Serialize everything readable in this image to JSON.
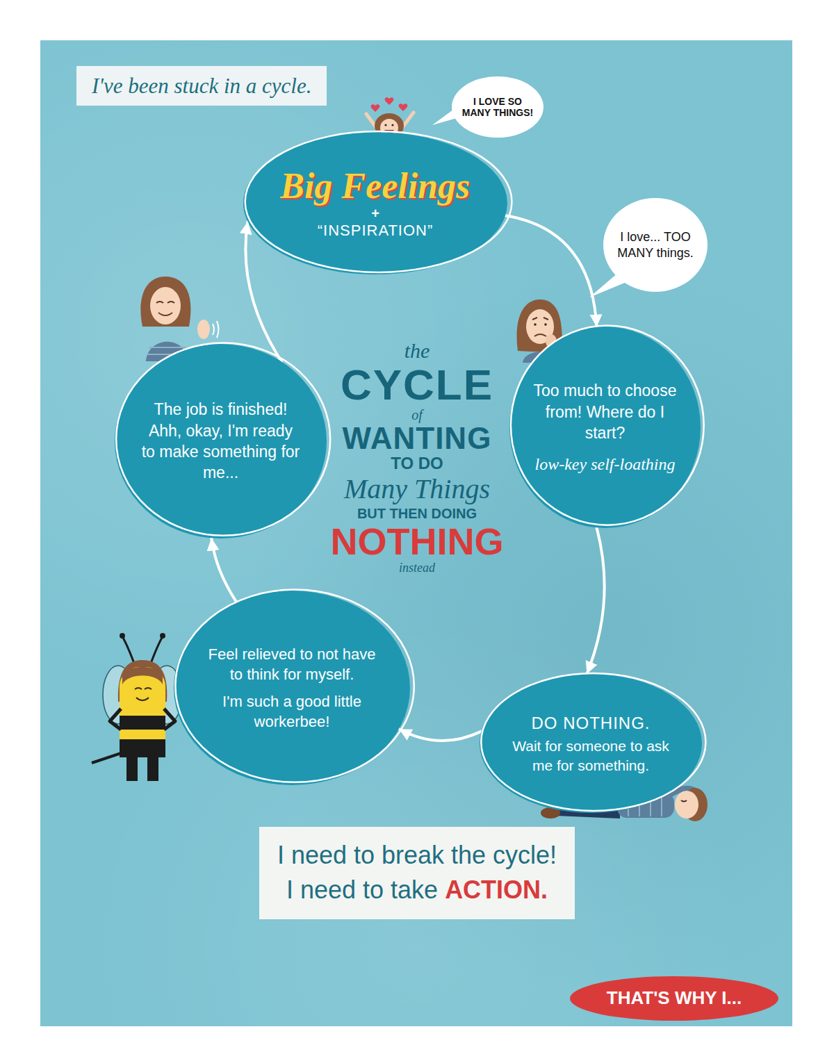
{
  "diagram": {
    "title": "the CYCLE of WANTING TO DO Many Things BUT THEN DOING NOTHING instead",
    "nodes": [
      {
        "text": [
          "I've been stuck in a cycle."
        ]
      },
      {
        "text": [
          "I LOVE SO MANY THINGS!"
        ]
      },
      {
        "text": [
          "Big Feelings",
          "+",
          "“INSPIRATION”"
        ]
      },
      {
        "text": [
          "I love... TOO MANY things."
        ]
      },
      {
        "text": [
          "Too much to choose from! Where do I start?",
          "low-key self-loathing"
        ]
      },
      {
        "text": [
          "DO NOTHING.",
          "Wait for someone to ask me for something."
        ]
      },
      {
        "text": [
          "Feel relieved to not have to think for myself.",
          "I'm such a good little workerbee!"
        ]
      },
      {
        "text": [
          "The job is finished! Ahh, okay, I'm ready to make something for me..."
        ]
      },
      {
        "text": [
          "I need to break the cycle!",
          "I need to take ACTION."
        ]
      },
      {
        "text": [
          "THAT'S WHY I..."
        ]
      }
    ],
    "edges": [
      {
        "from": 2,
        "to": 4,
        "arrow": "to"
      },
      {
        "from": 4,
        "to": 5,
        "arrow": "to"
      },
      {
        "from": 5,
        "to": 6,
        "arrow": "to"
      },
      {
        "from": 6,
        "to": 7,
        "arrow": "to"
      },
      {
        "from": 7,
        "to": 2,
        "arrow": "to"
      }
    ]
  }
}
